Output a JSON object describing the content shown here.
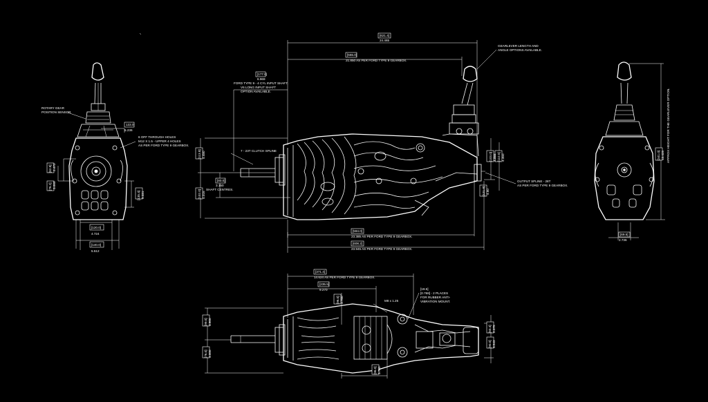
{
  "colors": {
    "background": "#000000",
    "line": "#ffffff"
  },
  "left_view": {
    "rotary_sensor": [
      "ROTARY GEAR",
      "POSITION SENSOR"
    ],
    "dim_133": {
      "mm": "133.0",
      "in": "5.236"
    },
    "holes_note": [
      "6 OFF THROUGH HOLES",
      "M12 X 1.5 - UPPER 4 HOLES",
      "AS PER FORD TYPE 9 GEARBOX."
    ],
    "dim_left_1": {
      "mm": "[62.8]",
      "in": "2.472"
    },
    "dim_left_2": {
      "mm": "[76.2]",
      "in": "3.000"
    },
    "dim_right": {
      "mm": "[135.4]",
      "in": "5.331"
    },
    "dim_120": {
      "mm": "[120.0]",
      "in": "4.724"
    },
    "dim_140": {
      "mm": "[140.0]",
      "in": "5.512"
    }
  },
  "center_view": {
    "overall": {
      "mm": "[621.4]",
      "in": "24.465"
    },
    "ford_length": {
      "mm": "[555.0]",
      "text": "21.850  AS PER FORD TYPE 9 GEARBOX."
    },
    "gearlever_note": [
      "GEARLEVER LENGTH AND",
      "ANGLE OPTIONS AVAILABLE."
    ],
    "input_shaft": {
      "mm": "[177.0]",
      "in": "6.969",
      "lines": [
        "FORD TYPE 9 - 4 CYL INPUT SHAFT.",
        "V6 LONG INPUT SHAFT",
        "OPTION AVAILABLE."
      ]
    },
    "clutch_spline": "7 - 23T CLUTCH SPLINE",
    "dim_80": {
      "mm": "[80.0]",
      "in": "3.150"
    },
    "shaft_centres": "SHAFT CENTRES.",
    "dim_113": {
      "mm": "[113.8]",
      "in": "4.480"
    },
    "dim_103": {
      "mm": "[103.0]",
      "in": "4.055"
    },
    "dim_110_right": {
      "mm": "[110.5]",
      "in": "4.350"
    },
    "dim_121": {
      "mm": "[121.9]",
      "in": "4.80"
    },
    "dim_102_left": {
      "mm": "[102.0]",
      "in": "4.016"
    },
    "output_spline": [
      "OUTPUT SPLINE - 28T",
      "AS PER FORD TYPE 9 GEARBOX."
    ],
    "bottom_1": {
      "mm": "[594.0]",
      "text": "23.385  AS PER FORD TYPE 9 GEARBOX."
    },
    "bottom_2": {
      "mm": "[608.2]",
      "text": "23.945  AS PER FORD TYPE 9 GEARBOX."
    }
  },
  "right_view": {
    "height_note": "APPROX HEIGHT FOR THE GEARLEVER OPTION.",
    "dim_height": {
      "mm": "[341.0]",
      "in": "13.425"
    },
    "dim_69": {
      "mm": "[69.5]",
      "in": "2.736"
    }
  },
  "bottom_view": {
    "dim_371": {
      "mm": "[371.4]",
      "text": "14.624  AS PER FORD TYPE 9 GEARBOX."
    },
    "dim_235": {
      "mm": "[235.5]",
      "in": "9.270"
    },
    "dim_96": {
      "mm": "[96.0]",
      "in": "3.780"
    },
    "m8": "M8 x 1.25",
    "mount_note": [
      "[19.5]",
      "[0.768] - 2 PLACES",
      "FOR RUBBER ANTI-",
      "VIBRATION MOUNT."
    ],
    "dim_left_top": {
      "mm": "[99.0]",
      "in": "3.900"
    },
    "dim_left_bot": {
      "mm": "[76.0]",
      "in": "3.000"
    },
    "dim_96b": {
      "mm": "[96.0]",
      "in": "3.780"
    },
    "dim_right_top": {
      "mm": "[60.4]",
      "in": "2.378"
    },
    "dim_right_bot": {
      "mm": "[90.0]",
      "in": "3.543"
    }
  }
}
